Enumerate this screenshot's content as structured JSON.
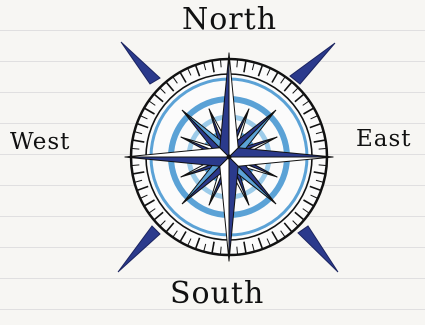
{
  "labels": {
    "north": "North",
    "south": "South",
    "west": "West",
    "east": "East"
  },
  "colors": {
    "ink": "#111111",
    "dark_blue": "#2b3a8c",
    "light_blue": "#5ba2d6",
    "pale_blue": "#9ccbe9",
    "paper": "#f7f6f3"
  }
}
